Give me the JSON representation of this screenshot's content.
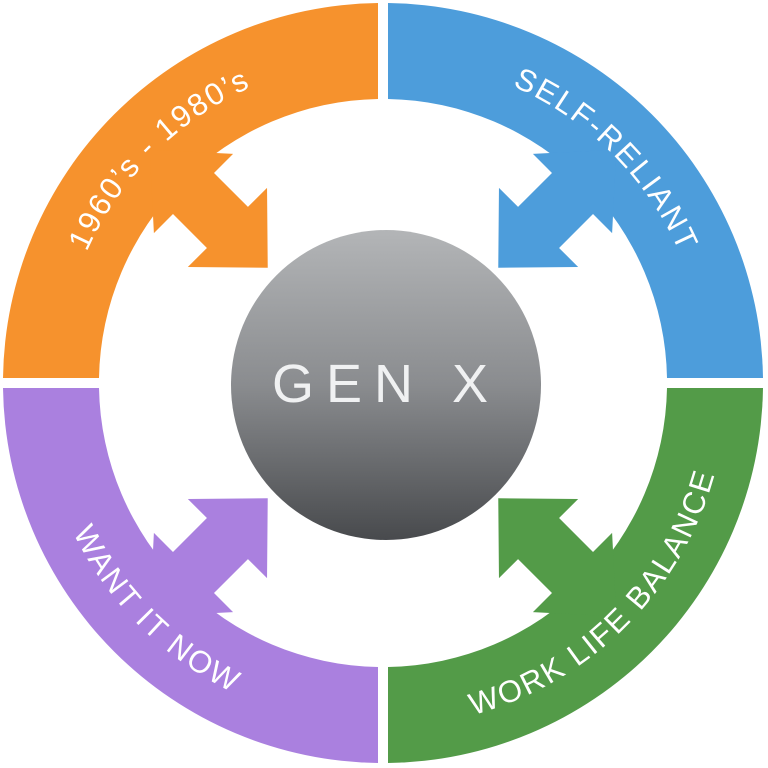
{
  "diagram": {
    "title": "GEN X generations wheel diagram",
    "center": {
      "label": "GEN X"
    },
    "segments": [
      {
        "id": "decades",
        "label": "1960’s - 1980’s",
        "color": "#F6922D",
        "position": "top-left"
      },
      {
        "id": "self-reliant",
        "label": "SELF-RELIANT",
        "color": "#4D9DDB",
        "position": "top-right"
      },
      {
        "id": "work-life-balance",
        "label": "WORK LIFE BALANCE",
        "color": "#539B48",
        "position": "bottom-right"
      },
      {
        "id": "want-it-now",
        "label": "WANT IT NOW",
        "color": "#AA80DF",
        "position": "bottom-left"
      }
    ],
    "colors": {
      "background": "#FFFFFF",
      "label_text": "#FFFFFF",
      "center_text": "#F0F1F2",
      "sphere_top": "#B3B5B7",
      "sphere_mid": "#8A8C8F",
      "sphere_bottom": "#484A4D"
    }
  }
}
